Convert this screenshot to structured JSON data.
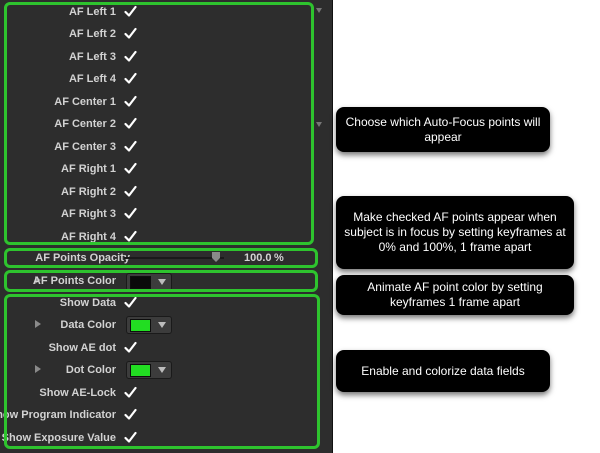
{
  "af_points": [
    {
      "label": "AF Left 1",
      "checked": true
    },
    {
      "label": "AF Left 2",
      "checked": true
    },
    {
      "label": "AF Left 3",
      "checked": true
    },
    {
      "label": "AF Left 4",
      "checked": true
    },
    {
      "label": "AF Center 1",
      "checked": true
    },
    {
      "label": "AF Center 2",
      "checked": true
    },
    {
      "label": "AF Center 3",
      "checked": true
    },
    {
      "label": "AF Right 1",
      "checked": true
    },
    {
      "label": "AF Right 2",
      "checked": true
    },
    {
      "label": "AF Right 3",
      "checked": true
    },
    {
      "label": "AF Right 4",
      "checked": true
    }
  ],
  "opacity": {
    "label": "AF Points Opacity",
    "value": "100.0",
    "unit": "%",
    "level": 1.0
  },
  "points_color": {
    "label": "AF Points Color",
    "color": "#0a0a0a"
  },
  "data_fields": {
    "show_data": {
      "label": "Show Data",
      "checked": true
    },
    "data_color": {
      "label": "Data Color",
      "color": "#22dd22"
    },
    "show_ae_dot": {
      "label": "Show AE dot",
      "checked": true
    },
    "dot_color": {
      "label": "Dot Color",
      "color": "#22dd22"
    },
    "show_ae_lock": {
      "label": "Show AE-Lock",
      "checked": true
    },
    "show_program_indicator": {
      "label": "Show Program Indicator",
      "checked": true
    },
    "show_exposure_value": {
      "label": "Show Exposure Value",
      "checked": true
    }
  },
  "callouts": {
    "af_points": "Choose which Auto-Focus points will appear",
    "opacity": "Make checked AF points appear when subject is in focus by setting keyframes at 0% and 100%, 1 frame apart",
    "color": "Animate AF point color by setting keyframes 1 frame apart",
    "data": "Enable and colorize data fields"
  },
  "colors": {
    "highlight": "#2ec32e",
    "panel_bg": "#2d2d2d",
    "callout_bg": "#000000"
  }
}
